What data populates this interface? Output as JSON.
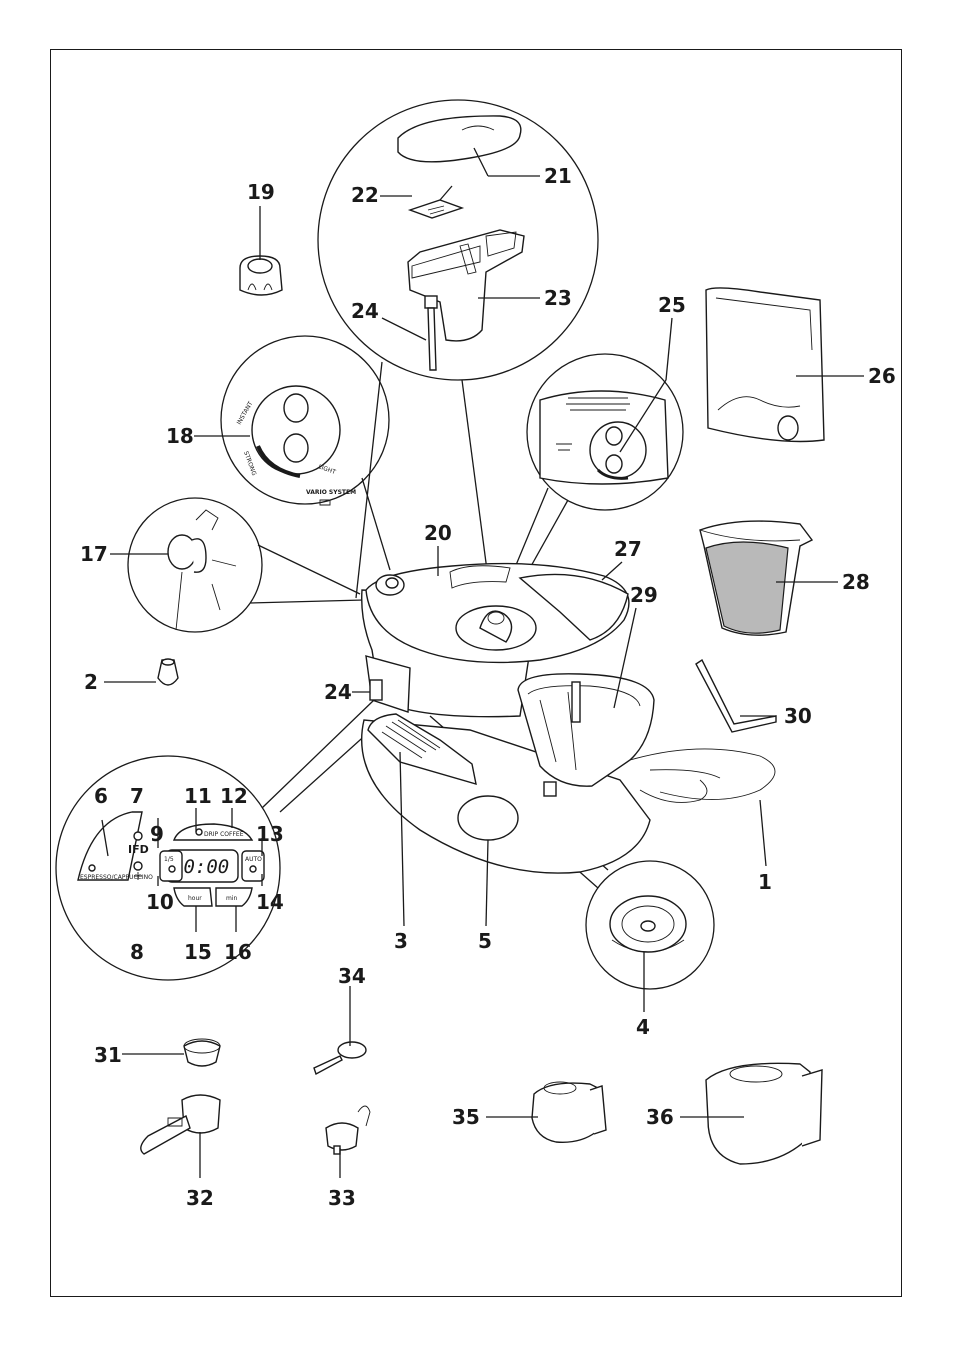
{
  "callouts": [
    "1",
    "2",
    "3",
    "4",
    "5",
    "6",
    "7",
    "8",
    "9",
    "10",
    "11",
    "12",
    "13",
    "14",
    "15",
    "16",
    "17",
    "18",
    "19",
    "20",
    "21",
    "22",
    "23",
    "24",
    "24",
    "25",
    "26",
    "27",
    "28",
    "29",
    "30",
    "31",
    "32",
    "33",
    "34",
    "35",
    "36"
  ],
  "panel": {
    "ifd": "IFD",
    "display": "00:00",
    "espresso": "ESPRESSO/CAPPUCCINO",
    "drip": "DRIP COFFEE",
    "btn_15": "hour",
    "btn_16": "min",
    "btn_9": "1/5",
    "btn_13": "AUTO"
  },
  "knob_labels": {
    "instant": "INSTANT",
    "strong": "STRONG",
    "light": "LIGHT",
    "vario": "VARIO SYSTEM"
  }
}
